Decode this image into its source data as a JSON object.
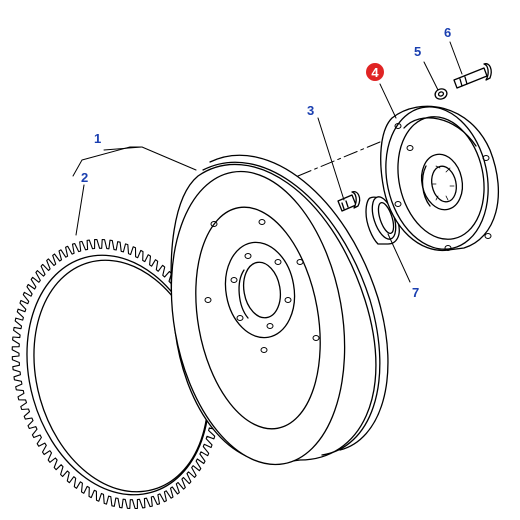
{
  "colors": {
    "line": "#000000",
    "callout_text": "#1a3fb0",
    "highlight_badge": "#e02424",
    "highlight_text": "#ffffff",
    "background": "#ffffff"
  },
  "callouts": [
    {
      "id": "1",
      "label": "1",
      "part": "flywheel"
    },
    {
      "id": "2",
      "label": "2",
      "part": "ring-gear"
    },
    {
      "id": "3",
      "label": "3",
      "part": "bolt-small"
    },
    {
      "id": "4",
      "label": "4",
      "part": "drive-hub-plate",
      "highlighted": true
    },
    {
      "id": "5",
      "label": "5",
      "part": "washer"
    },
    {
      "id": "6",
      "label": "6",
      "part": "bolt-long"
    },
    {
      "id": "7",
      "label": "7",
      "part": "bushing-sleeve"
    }
  ]
}
